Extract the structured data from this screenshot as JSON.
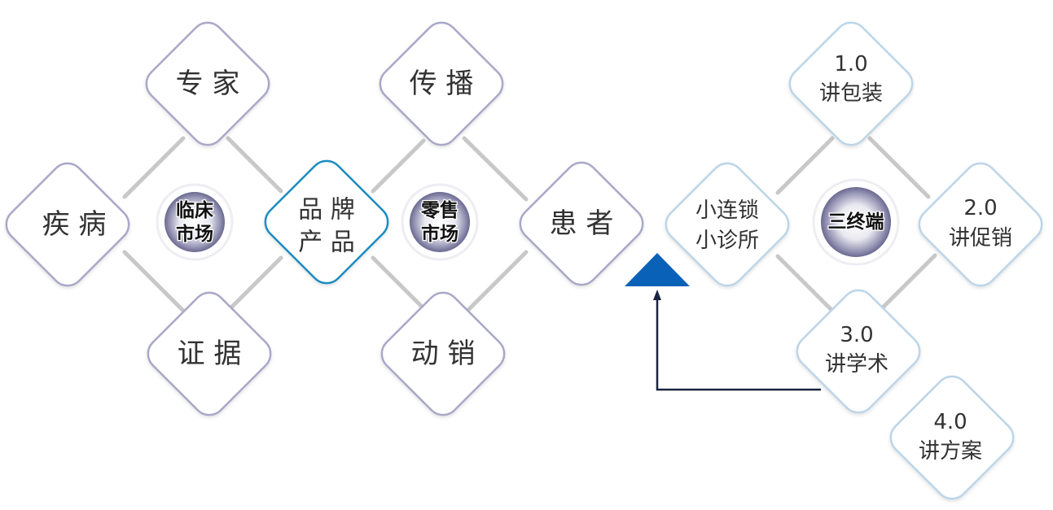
{
  "nodes": {
    "expert": "专 家",
    "disease": "疾 病",
    "evidence": "证 据",
    "brand_line1": "品 牌",
    "brand_line2": "产 品",
    "spread": "传 播",
    "sales": "动 销",
    "patient": "患 者",
    "small_line1": "小连锁",
    "small_line2": "小诊所",
    "v1_num": "1.0",
    "v1_label": "讲包装",
    "v2_num": "2.0",
    "v2_label": "讲促销",
    "v3_num": "3.0",
    "v3_label": "讲学术",
    "v4_num": "4.0",
    "v4_label": "讲方案"
  },
  "hubs": {
    "clinical_line1": "临床",
    "clinical_line2": "市场",
    "retail_line1": "零售",
    "retail_line2": "市场",
    "terminal": "三终端"
  },
  "colors": {
    "diamond_border_grey": "#a9a8c8",
    "diamond_border_blue": "#1a8cc0",
    "diamond_border_light": "#bcd5e8",
    "connector": "#c8c8c8",
    "triangle": "#0a62b8",
    "arrow": "#1a2440"
  }
}
